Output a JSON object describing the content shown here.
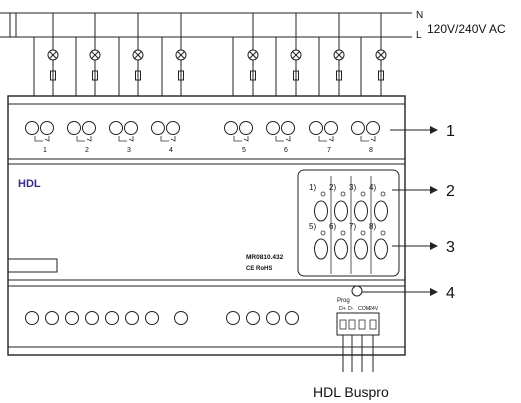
{
  "supply": {
    "neutral_label": "N",
    "line_label": "L",
    "voltage_label": "120V/240V AC"
  },
  "relay_channels": [
    "1",
    "2",
    "3",
    "4",
    "5",
    "6",
    "7",
    "8"
  ],
  "device": {
    "brand": "HDL",
    "model": "MR0810.432",
    "certifications": "CE RoHS",
    "prog_label": "Prog",
    "bus_terminals": [
      "D+",
      "D-",
      "COM",
      "24V"
    ]
  },
  "indicator_keys": [
    "1)",
    "2)",
    "3)",
    "4)",
    "5)",
    "6)",
    "7)",
    "8)"
  ],
  "callouts": [
    "1",
    "2",
    "3",
    "4"
  ],
  "bus_caption": "HDL Buspro"
}
